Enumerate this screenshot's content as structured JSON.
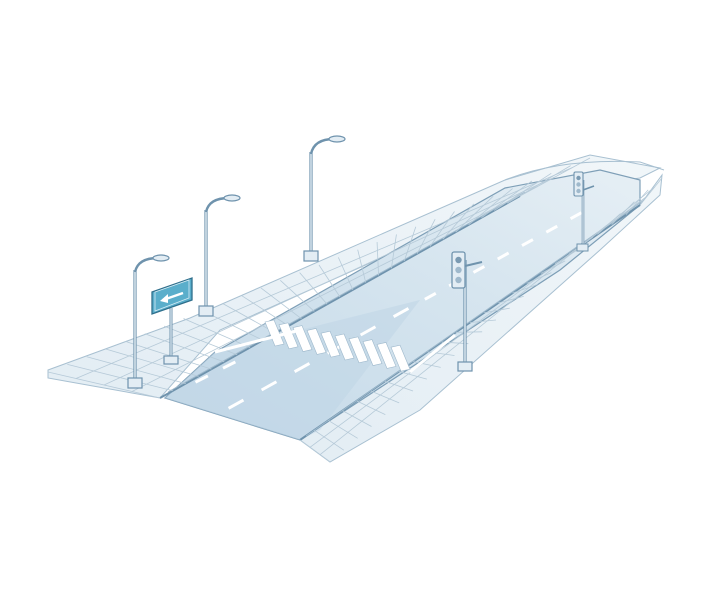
{
  "scene": {
    "description_free": true,
    "colors": {
      "background": "#ffffff",
      "road": "#cfe0ec",
      "road_dark": "#bcd3e4",
      "sidewalk": "#e7f0f6",
      "outline": "#6f93ad",
      "line_light": "#9fb9cc",
      "marking": "#ffffff",
      "sign_blue": "#5aaecb",
      "sign_arrow": "#ffffff",
      "pole": "#d9e6ef"
    },
    "icons": {
      "sign_arrow": "arrow-left-icon",
      "street_lamp": "street-lamp-icon",
      "traffic_light": "traffic-light-icon"
    },
    "street_lamps": 3,
    "traffic_lights": 2,
    "direction_signs": 1,
    "crosswalks": 1
  }
}
